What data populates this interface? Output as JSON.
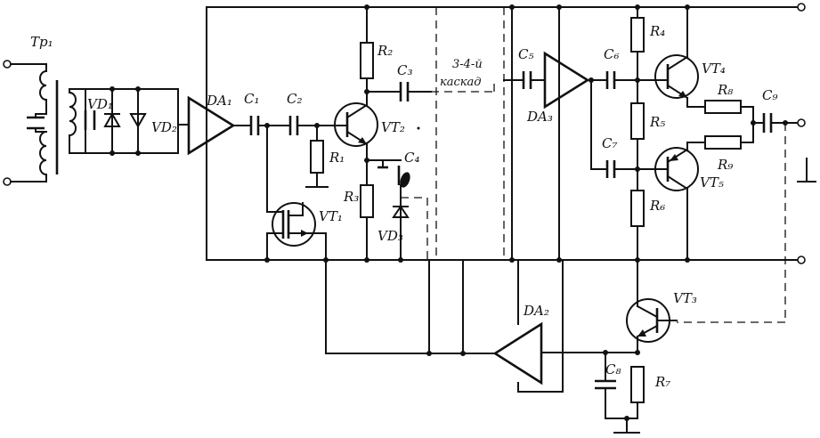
{
  "labels": {
    "tr1": "Tp₁",
    "vd1": "VD₁",
    "vd2": "VD₂",
    "da1": "DA₁",
    "c1": "C₁",
    "c2": "C₂",
    "r1": "R₁",
    "r2": "R₂",
    "c3": "C₃",
    "vt2": "VT₂",
    "r3": "R₃",
    "c4": "C₄",
    "vd3": "VD₃",
    "vt1": "VT₁",
    "stage_note_1": "3-4-й",
    "stage_note_2": "каскад",
    "c5": "C₅",
    "da3": "DA₃",
    "c6": "C₆",
    "r4": "R₄",
    "vt4": "VT₄",
    "r8": "R₈",
    "cg": "C₉",
    "r5": "R₅",
    "c7": "C₇",
    "r9": "R₉",
    "vt5": "VT₅",
    "r6": "R₆",
    "vt3": "VT₃",
    "da2": "DA₂",
    "c8": "C₈",
    "r7": "R₇"
  }
}
